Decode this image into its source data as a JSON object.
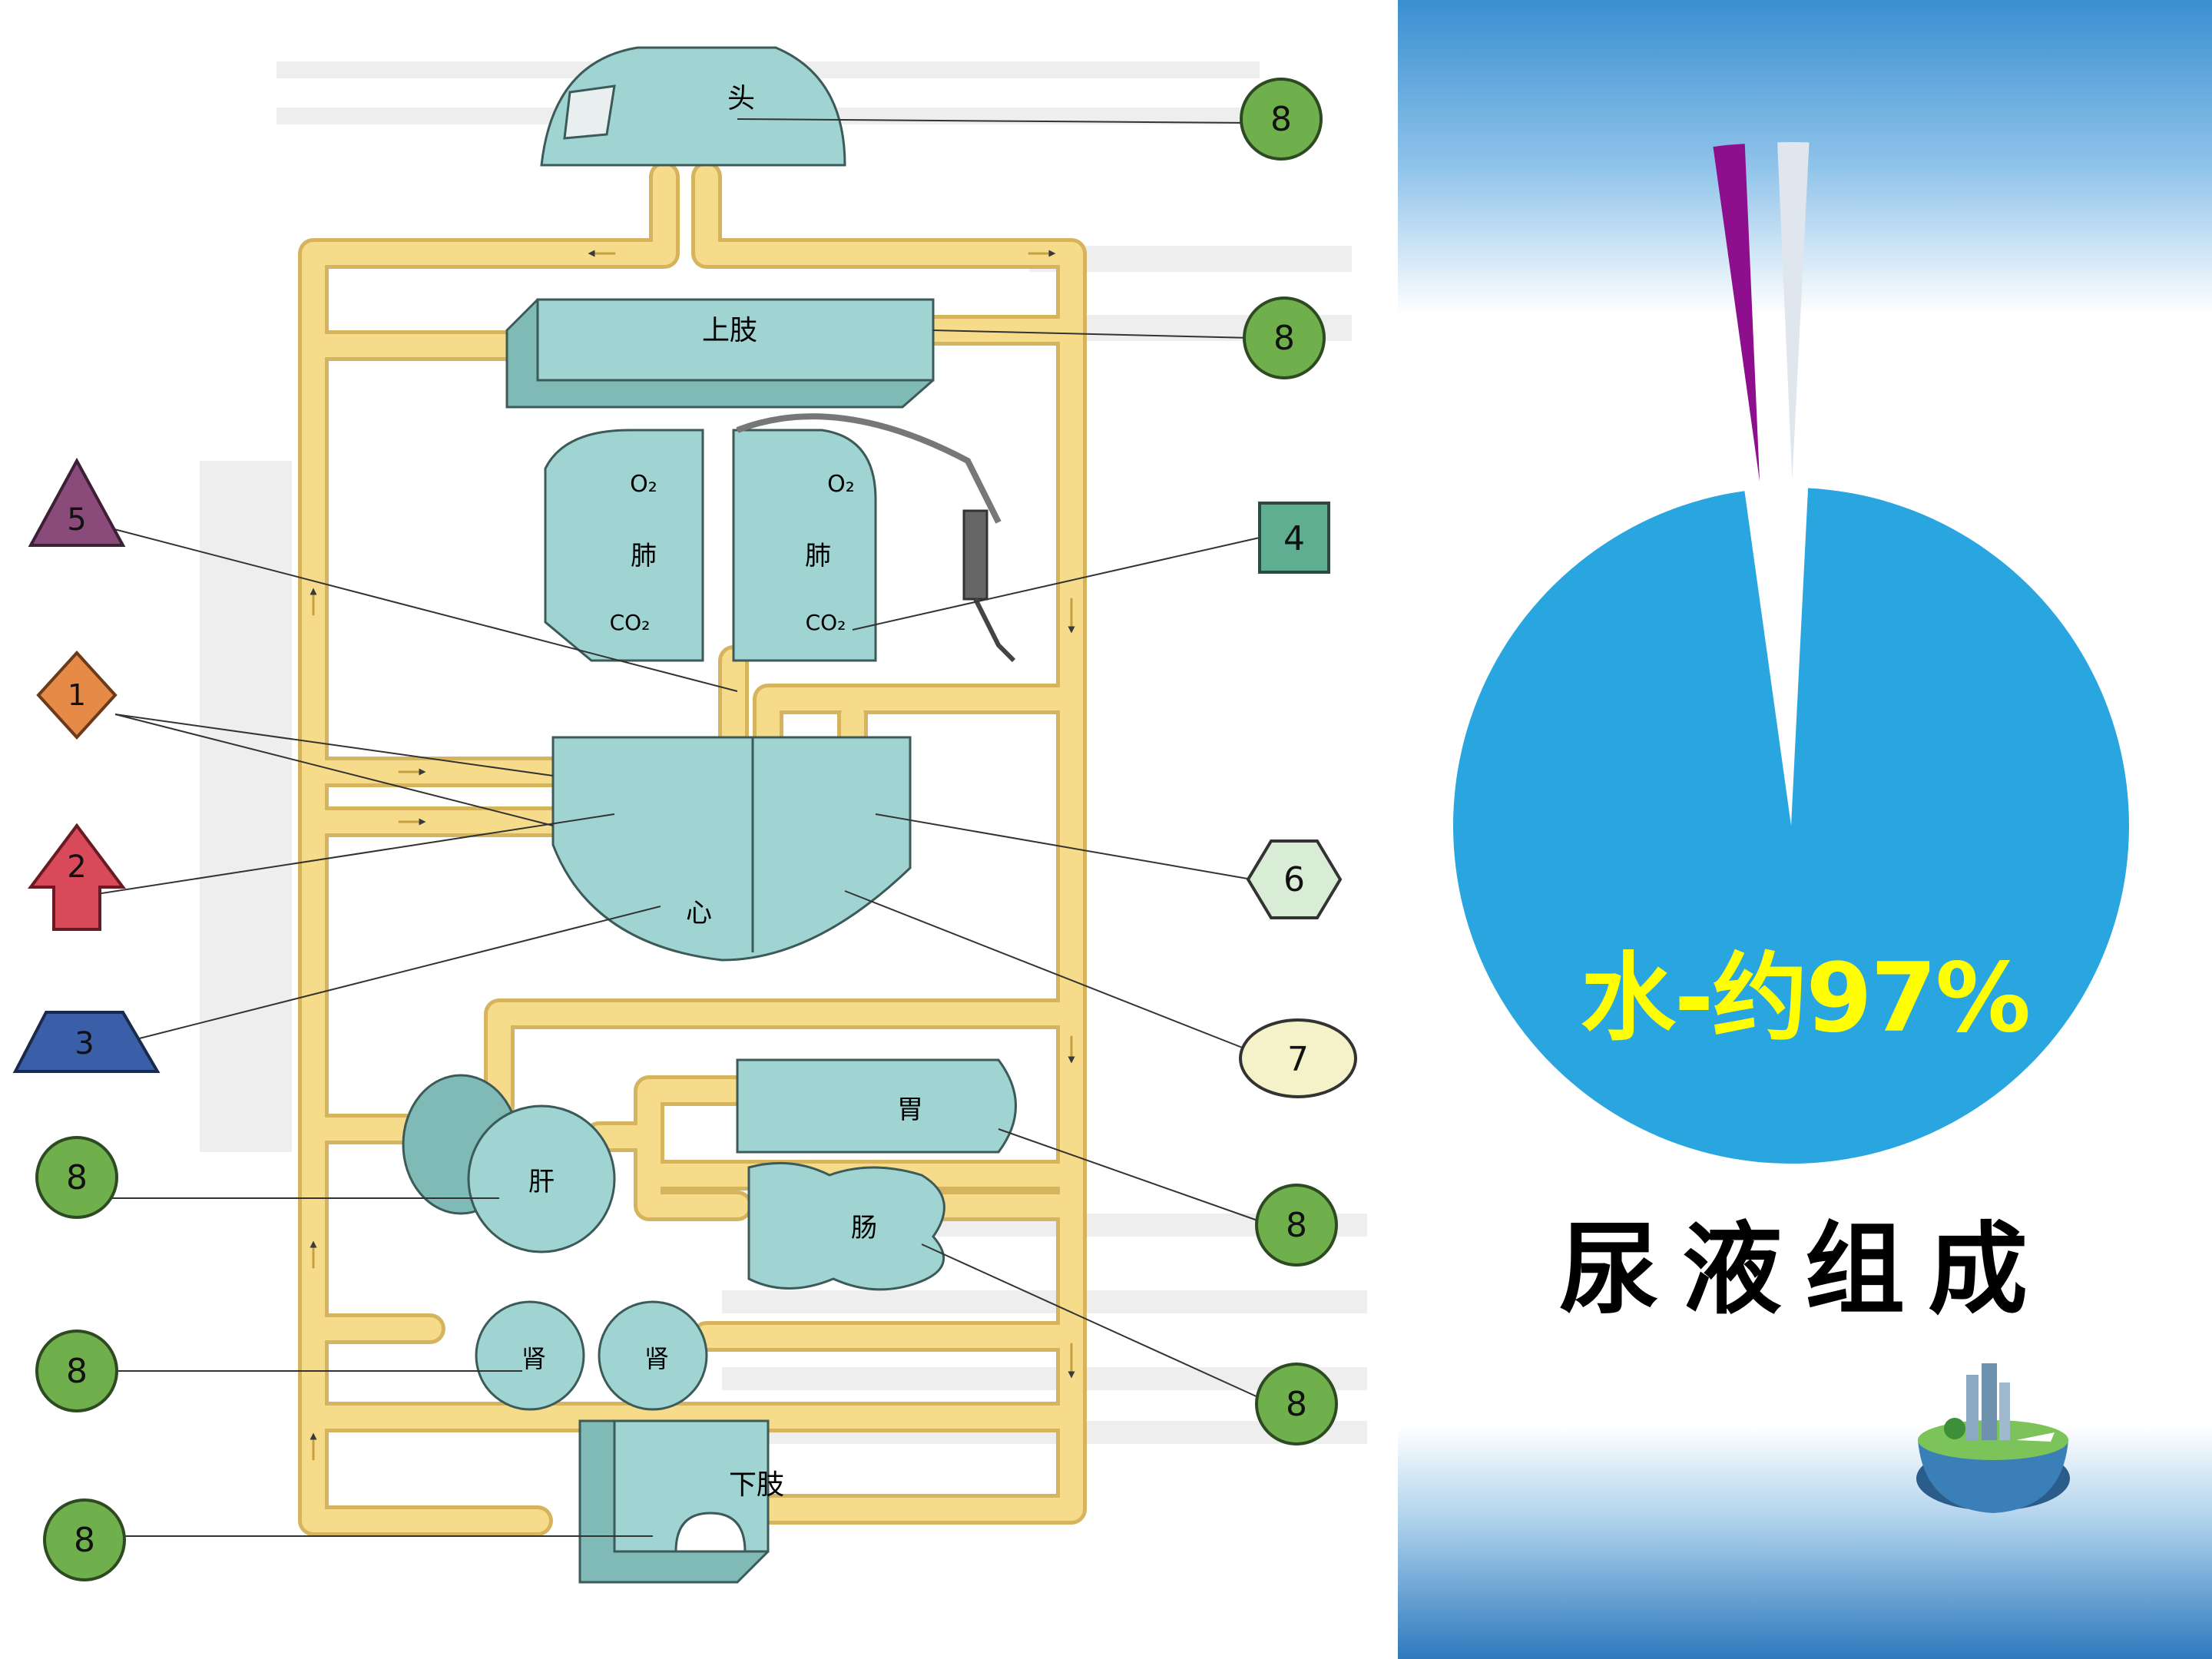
{
  "diagram": {
    "organs": {
      "head": "头",
      "upper_limb": "上肢",
      "lung_left": "肺",
      "lung_right": "肺",
      "o2": "O₂",
      "co2": "CO₂",
      "heart": "心",
      "liver": "肝",
      "stomach": "胃",
      "intestine": "肠",
      "kidney_left": "肾",
      "kidney_right": "肾",
      "lower_limb": "下肢"
    },
    "markers": {
      "m1": "1",
      "m2": "2",
      "m3": "3",
      "m4": "4",
      "m5": "5",
      "m6": "6",
      "m7": "7",
      "m8": "8"
    }
  },
  "chart_data": {
    "type": "pie",
    "title": "尿液组成",
    "slice_label": "水-约97%",
    "values": [
      97,
      1.5,
      1.5
    ],
    "colors": [
      "#29a6e0",
      "#8e0f8e",
      "#dfe6ee"
    ]
  },
  "colors": {
    "organ": "#9fd4d2",
    "pipe": "#f6dc8a",
    "pipe_edge": "#d9b861"
  }
}
